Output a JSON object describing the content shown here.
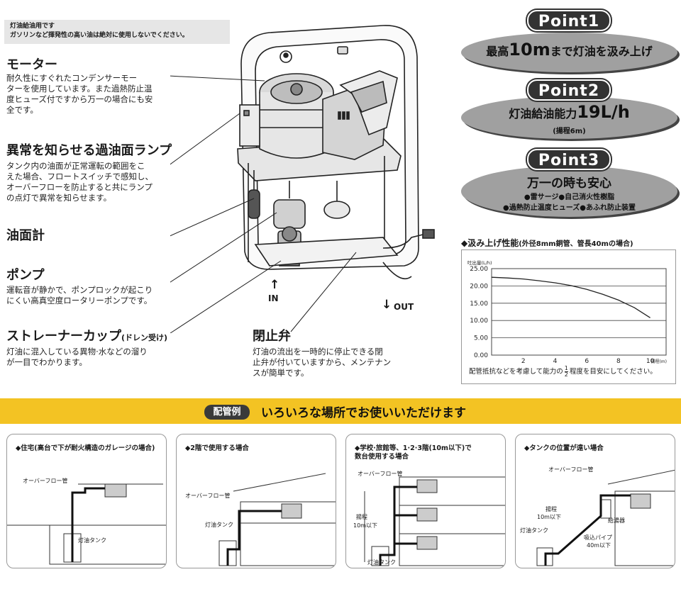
{
  "warning": {
    "line1": "灯油給油用です",
    "line2": "ガソリンなど揮発性の高い油は絶対に使用しないでください。"
  },
  "features": {
    "motor": {
      "title": "モーター",
      "desc": [
        "耐久性にすぐれたコンデンサーモー",
        "ターを使用しています。また過熱防止温",
        "度ヒューズ付ですから万一の場合にも安",
        "全です。"
      ]
    },
    "lamp": {
      "title": "異常を知らせる過油面ランプ",
      "desc": [
        "タンク内の油面が正常運転の範囲をこ",
        "えた場合、フロートスイッチで感知し、",
        "オーバーフローを防止すると共にランプ",
        "の点灯で異常を知らせます。"
      ]
    },
    "gauge": {
      "title": "油面計"
    },
    "pump": {
      "title": "ポンプ",
      "desc": [
        "運転音が静かで、ポンプロックが起こり",
        "にくい高真空度ロータリーポンプです。"
      ]
    },
    "strainer": {
      "title": "ストレーナーカップ",
      "title_suffix": "(ドレン受け)",
      "desc": [
        "灯油に混入している異物·水などの溜り",
        "が一目でわかります。"
      ]
    },
    "valve": {
      "title": "閉止弁",
      "desc": [
        "灯油の流出を一時的に停止できる閉",
        "止弁が付いていますから、メンテナン",
        "スが簡単です。"
      ]
    }
  },
  "flow": {
    "in_label": "IN",
    "out_label": "OUT"
  },
  "points": [
    {
      "badge": "Point1",
      "pre": "最高",
      "big": "10m",
      "post": "まで灯油を汲み上げ"
    },
    {
      "badge": "Point2",
      "pre": "灯油給油能力",
      "big": "19L/h",
      "sub": "(揚程6m)"
    },
    {
      "badge": "Point3",
      "main": "万一の時も安心",
      "sub1": "●雷サージ●自己消火性樹脂",
      "sub2": "●過熱防止温度ヒューズ●あふれ防止装置"
    }
  ],
  "perf_title": "◆汲み上げ性能",
  "perf_subtitle": "(外径8mm銅管、管長40mの場合)",
  "perf_note_pre": "配管抵抗などを考慮して能力の",
  "perf_note_num": "1",
  "perf_note_den": "2",
  "perf_note_post": "程度を目安にしてください。",
  "chart_data": {
    "type": "line",
    "ylabel": "吐出量(L/h)",
    "xlabel": "揚程(m)",
    "xlim": [
      0,
      11
    ],
    "ylim": [
      0,
      25
    ],
    "x_ticks": [
      "2",
      "4",
      "6",
      "8",
      "10"
    ],
    "y_ticks": [
      "25.00",
      "20.00",
      "15.00",
      "10.00",
      "5.00",
      "0.00"
    ],
    "x": [
      0,
      1,
      2,
      3,
      4,
      5,
      6,
      7,
      8,
      9,
      10
    ],
    "values": [
      22.5,
      22.3,
      22.0,
      21.5,
      20.9,
      20.1,
      19.0,
      17.6,
      15.9,
      13.7,
      10.8
    ],
    "grid": true
  },
  "banner": {
    "tag": "配管例",
    "title": "いろいろな場所でお使いいただけます"
  },
  "examples": [
    {
      "title": [
        "◆住宅(高台で下が耐火構造のガレージの場合)"
      ],
      "labels": [
        "オーバーフロー管",
        "灯油タンク"
      ]
    },
    {
      "title": [
        "◆2階で使用する場合"
      ],
      "labels": [
        "オーバーフロー管",
        "灯油タンク"
      ]
    },
    {
      "title": [
        "◆学校·旅館等、1·2·3階(10m以下)で",
        "数台使用する場合"
      ],
      "labels": [
        "オーバーフロー管",
        "揚程",
        "10m以下",
        "灯油タンク"
      ]
    },
    {
      "title": [
        "◆タンクの位置が遠い場合"
      ],
      "labels": [
        "オーバーフロー管",
        "揚程",
        "10m以下",
        "給湯器",
        "灯油タンク",
        "吸込パイプ",
        "40m以下"
      ]
    }
  ]
}
